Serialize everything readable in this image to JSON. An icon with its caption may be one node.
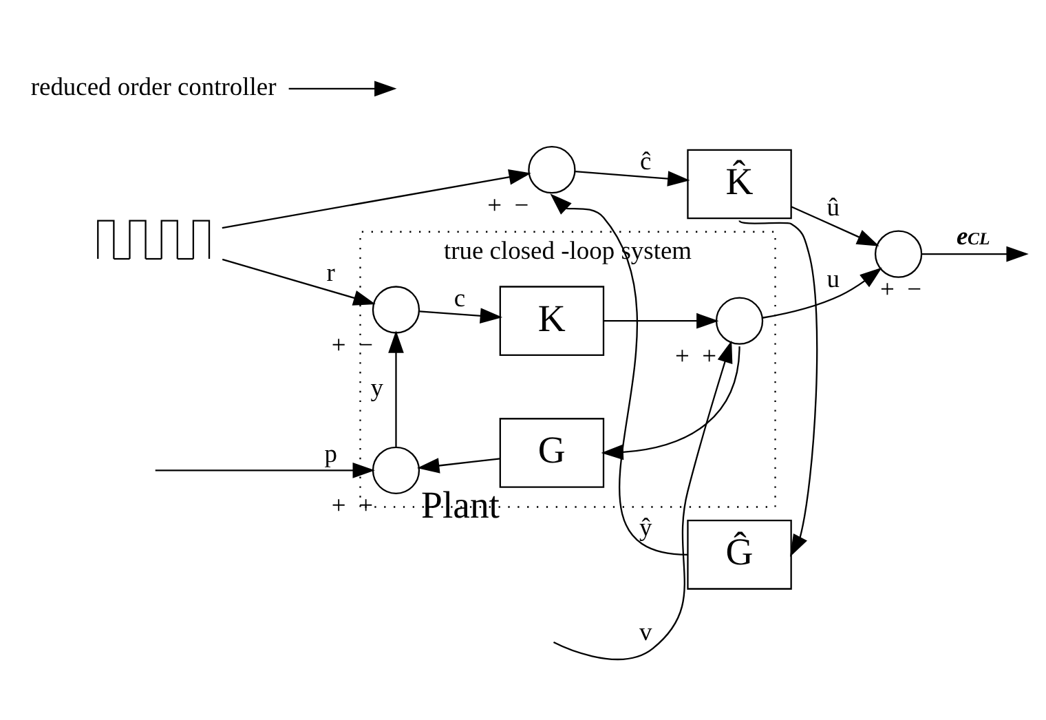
{
  "diagram": {
    "nodes": [
      {
        "text": [
          "true closed -loop system"
        ]
      },
      {
        "text": [],
        "shape": "picture"
      },
      {
        "text": [],
        "shape": "circle",
        "in": 0,
        "beside": [
          "+",
          "−"
        ]
      },
      {
        "text": [
          "K"
        ],
        "in": 0
      },
      {
        "text": [],
        "shape": "circle",
        "in": 0,
        "beside": [
          "+",
          "+"
        ]
      },
      {
        "text": [
          "G"
        ],
        "in": 0,
        "beside": [
          "Plant"
        ]
      },
      {
        "text": [],
        "shape": "circle",
        "in": 0,
        "beside": [
          "+",
          "+"
        ]
      },
      {
        "text": [],
        "shape": "circle",
        "beside": [
          "+",
          "−"
        ]
      },
      {
        "text": [],
        "shape": "circle",
        "beside": [
          "+",
          "−"
        ]
      },
      {
        "text": [
          "K̂"
        ]
      },
      {
        "text": [
          "Ĝ"
        ]
      },
      {
        "text": [
          "reduced order controller"
        ]
      }
    ],
    "edges": [
      {
        "from": 1,
        "to": 2,
        "arrow": "to",
        "label": "r"
      },
      {
        "from": 2,
        "to": 3,
        "arrow": "to",
        "label": "c"
      },
      {
        "from": 3,
        "to": 4,
        "arrow": "to"
      },
      {
        "from": null,
        "to": 4,
        "arrow": "to",
        "label": "v"
      },
      {
        "from": 4,
        "to": 7,
        "arrow": "to",
        "label": "u"
      },
      {
        "from": 4,
        "to": 5,
        "arrow": "to"
      },
      {
        "from": 5,
        "to": 6,
        "arrow": "to"
      },
      {
        "from": null,
        "to": 6,
        "arrow": "to",
        "label": "p"
      },
      {
        "from": 6,
        "to": 2,
        "arrow": "to",
        "label": "y"
      },
      {
        "from": 1,
        "to": 8,
        "arrow": "to"
      },
      {
        "from": 8,
        "to": 9,
        "arrow": "to",
        "label": "ĉ"
      },
      {
        "from": 9,
        "to": 7,
        "arrow": "to",
        "label": "û"
      },
      {
        "from": 9,
        "to": 10,
        "arrow": "to"
      },
      {
        "from": 10,
        "to": 8,
        "arrow": "to",
        "label": "ŷ"
      },
      {
        "from": 7,
        "to": null,
        "arrow": "to",
        "label": "e$_{CL}$"
      },
      {
        "from": 11,
        "to": null,
        "arrow": "to"
      }
    ]
  }
}
